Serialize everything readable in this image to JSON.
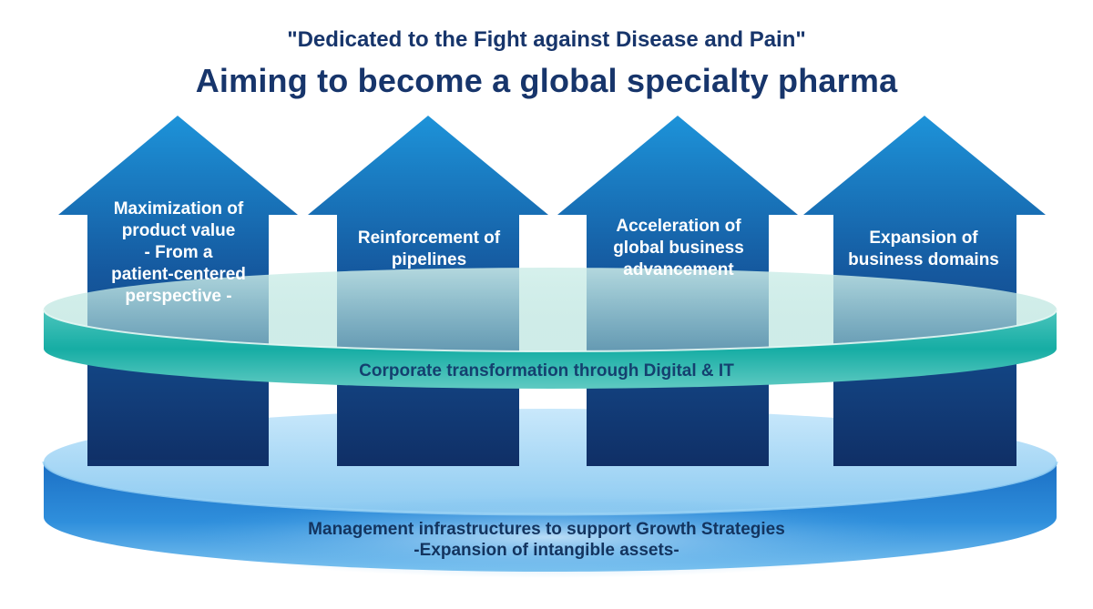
{
  "header": {
    "motto": "\"Dedicated to the Fight against Disease and Pain\"",
    "title": "Aiming to become a global specialty pharma"
  },
  "arrows": [
    {
      "label": "Maximization of\nproduct value\n- From a\npatient-centered\nperspective -"
    },
    {
      "label": "Reinforcement of\npipelines"
    },
    {
      "label": "Acceleration of\nglobal business\nadvancement"
    },
    {
      "label": "Expansion of\nbusiness domains"
    }
  ],
  "digital_band": {
    "label": "Corporate transformation through Digital & IT"
  },
  "management_base": {
    "label": "Management infrastructures to support Growth Strategies\n-Expansion of intangible assets-"
  },
  "colors": {
    "title_navy": "#17356b",
    "arrow_top": "#1a8fd6",
    "arrow_bottom": "#102f66",
    "band_teal": "#13ada4",
    "base_blue": "#1f78c8"
  }
}
